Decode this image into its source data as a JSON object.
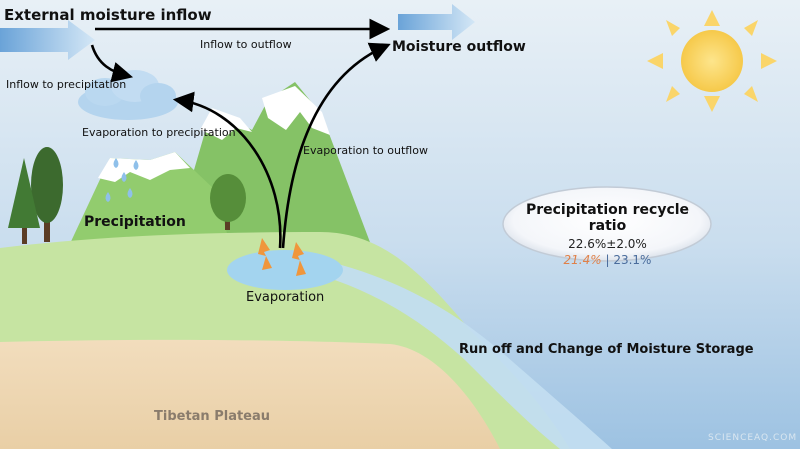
{
  "labels": {
    "external_inflow": "External moisture inflow",
    "inflow_to_outflow": "Inflow to outflow",
    "moisture_outflow": "Moisture outflow",
    "inflow_to_precipitation": "Inflow to precipitation",
    "evaporation_to_precipitation": "Evaporation to precipitation",
    "evaporation_to_outflow": "Evaporation to outflow",
    "precipitation": "Precipitation",
    "evaporation": "Evaporation",
    "runoff": "Run off and Change of Moisture Storage",
    "plateau": "Tibetan Plateau",
    "watermark": "SCIENCEAQ.COM"
  },
  "recycle_ratio": {
    "title": "Precipitation recycle ratio",
    "value": "22.6%±2.0%",
    "range_low": "21.4%",
    "separator": " | ",
    "range_high": "23.1%"
  },
  "colors": {
    "sky_top": "#e6eff6",
    "sky_bottom": "#9fc3e3",
    "grass": "#c4e3a0",
    "mountain": "#90ca6c",
    "plateau": "#efd7b4",
    "sun": "#fad56a",
    "lake": "#9fd2ee",
    "flame": "#f0963c",
    "arrow_blue": "#9cc5e8"
  }
}
